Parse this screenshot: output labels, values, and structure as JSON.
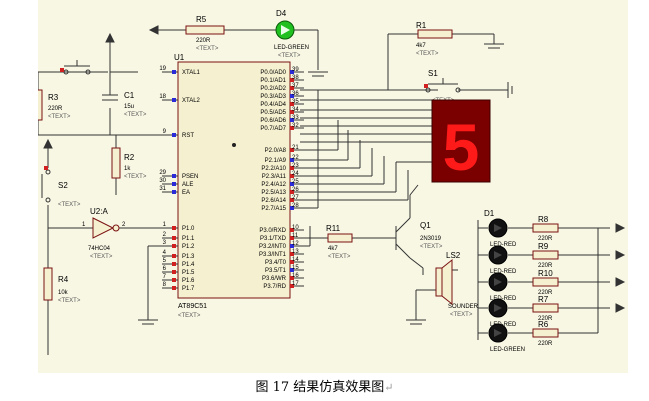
{
  "caption": {
    "text": "图 17   结果仿真效果图",
    "return_mark": "↵"
  },
  "colors": {
    "wire": "#333333",
    "chip_fill": "#f5f0cf",
    "chip_border": "#7a1010",
    "red_text": "#c00000",
    "segment_red": "#ff1a1a",
    "segment_bg": "#7a0000",
    "pin_red": "#d02020",
    "pin_blue": "#2a2ad8",
    "led_green": "#20c020"
  },
  "text_placeholder": "<TEXT>",
  "components": {
    "r5": {
      "ref": "R5",
      "value": "220R"
    },
    "d4": {
      "ref": "D4",
      "value": "LED-GREEN"
    },
    "r1": {
      "ref": "R1",
      "value": "4k7"
    },
    "s1": {
      "ref": "S1"
    },
    "r3": {
      "ref": "R3",
      "value": "220R"
    },
    "c1": {
      "ref": "C1",
      "value": "15u"
    },
    "r2": {
      "ref": "R2",
      "value": "1k"
    },
    "s2": {
      "ref": "S2"
    },
    "u2a": {
      "ref": "U2:A",
      "value": "74HC04",
      "pin_in": "1",
      "pin_out": "2"
    },
    "r4": {
      "ref": "R4",
      "value": "10k"
    },
    "r11": {
      "ref": "R11",
      "value": "4k7"
    },
    "q1": {
      "ref": "Q1",
      "value": "2N3019"
    },
    "ls2": {
      "ref": "LS2",
      "value": "SOUNDER"
    },
    "d1": {
      "ref": "D1"
    },
    "r8": {
      "ref": "R8",
      "value": "220R"
    },
    "r9": {
      "ref": "R9",
      "value": "220R"
    },
    "r10": {
      "ref": "R10",
      "value": "220R"
    },
    "r7": {
      "ref": "R7",
      "value": "220R"
    },
    "r6": {
      "ref": "R6",
      "value": "220R"
    },
    "led_labels": [
      "LED-RED",
      "LED-RED",
      "LED-RED",
      "LED-RED",
      "LED-GREEN"
    ]
  },
  "display": {
    "digit": "5"
  },
  "u1": {
    "ref": "U1",
    "part": "AT89C51",
    "left_pins": [
      {
        "num": "19",
        "name": "XTAL1"
      },
      {
        "num": "18",
        "name": "XTAL2"
      },
      {
        "num": "9",
        "name": "RST"
      },
      {
        "num": "29",
        "name": "PSEN"
      },
      {
        "num": "30",
        "name": "ALE"
      },
      {
        "num": "31",
        "name": "EA"
      },
      {
        "num": "1",
        "name": "P1.0"
      },
      {
        "num": "2",
        "name": "P1.1"
      },
      {
        "num": "3",
        "name": "P1.2"
      },
      {
        "num": "4",
        "name": "P1.3"
      },
      {
        "num": "5",
        "name": "P1.4"
      },
      {
        "num": "6",
        "name": "P1.5"
      },
      {
        "num": "7",
        "name": "P1.6"
      },
      {
        "num": "8",
        "name": "P1.7"
      }
    ],
    "right_pins": [
      {
        "num": "39",
        "name": "P0.0/AD0"
      },
      {
        "num": "38",
        "name": "P0.1/AD1"
      },
      {
        "num": "37",
        "name": "P0.2/AD2"
      },
      {
        "num": "36",
        "name": "P0.3/AD3"
      },
      {
        "num": "35",
        "name": "P0.4/AD4"
      },
      {
        "num": "34",
        "name": "P0.5/AD5"
      },
      {
        "num": "33",
        "name": "P0.6/AD6"
      },
      {
        "num": "32",
        "name": "P0.7/AD7"
      },
      {
        "num": "21",
        "name": "P2.0/A8"
      },
      {
        "num": "22",
        "name": "P2.1/A9"
      },
      {
        "num": "23",
        "name": "P2.2/A10"
      },
      {
        "num": "24",
        "name": "P2.3/A11"
      },
      {
        "num": "25",
        "name": "P2.4/A12"
      },
      {
        "num": "26",
        "name": "P2.5/A13"
      },
      {
        "num": "27",
        "name": "P2.6/A14"
      },
      {
        "num": "28",
        "name": "P2.7/A15"
      },
      {
        "num": "10",
        "name": "P3.0/RXD"
      },
      {
        "num": "11",
        "name": "P3.1/TXD"
      },
      {
        "num": "12",
        "name": "P3.2/INT0"
      },
      {
        "num": "13",
        "name": "P3.3/INT1"
      },
      {
        "num": "14",
        "name": "P3.4/T0"
      },
      {
        "num": "15",
        "name": "P3.5/T1"
      },
      {
        "num": "16",
        "name": "P3.6/WR"
      },
      {
        "num": "17",
        "name": "P3.7/RD"
      }
    ]
  }
}
